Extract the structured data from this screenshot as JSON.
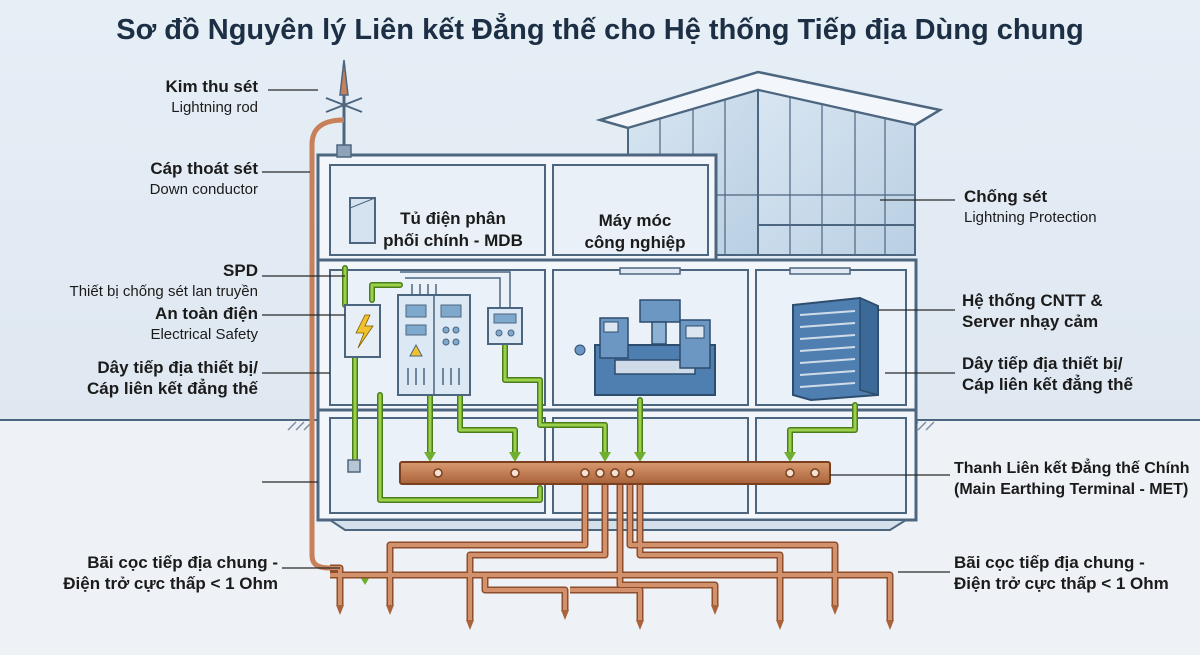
{
  "title": "Sơ đồ Nguyên lý Liên kết Đẳng thế cho Hệ thống Tiếp địa Dùng chung",
  "labels": {
    "lightning_rod": {
      "vi": "Kim thu sét",
      "en": "Lightning rod"
    },
    "down_conductor": {
      "vi": "Cáp thoát sét",
      "en": "Down conductor"
    },
    "spd": {
      "vi": "SPD",
      "en": "Thiết bị chống sét lan truyền"
    },
    "electrical_safety": {
      "vi": "An toàn điện",
      "en": "Electrical Safety"
    },
    "bonding_left": {
      "line1": "Dây tiếp địa thiết bị/",
      "line2": "Cáp liên kết đẳng thế"
    },
    "ground_left": {
      "line1": "Bãi cọc tiếp địa chung -",
      "line2": "Điện trở cực thấp < 1 Ohm"
    },
    "lightning_protection": {
      "vi": "Chống sét",
      "en": "Lightning Protection"
    },
    "it_system": {
      "line1": "Hệ thống CNTT &",
      "line2": "Server nhạy cảm"
    },
    "bonding_right": {
      "line1": "Dây tiếp địa thiết bị/",
      "line2": "Cáp liên kết đẳng thế"
    },
    "met": {
      "line1": "Thanh Liên kết Đẳng thế Chính",
      "line2": "(Main Earthing Terminal - MET)"
    },
    "ground_right": {
      "line1": "Bãi cọc tiếp địa chung -",
      "line2": "Điện trở cực thấp < 1 Ohm"
    }
  },
  "rooms": {
    "mdb": {
      "line1": "Tủ điện phân",
      "line2": "phối chính - MDB"
    },
    "machine": {
      "line1": "Máy móc",
      "line2": "công nghiệp"
    }
  },
  "colors": {
    "copper": "#c8805a",
    "green_wire": "#8cc63f",
    "building_line": "#4d6680",
    "wall_fill": "#f3f7fb",
    "title": "#1d2f45"
  }
}
